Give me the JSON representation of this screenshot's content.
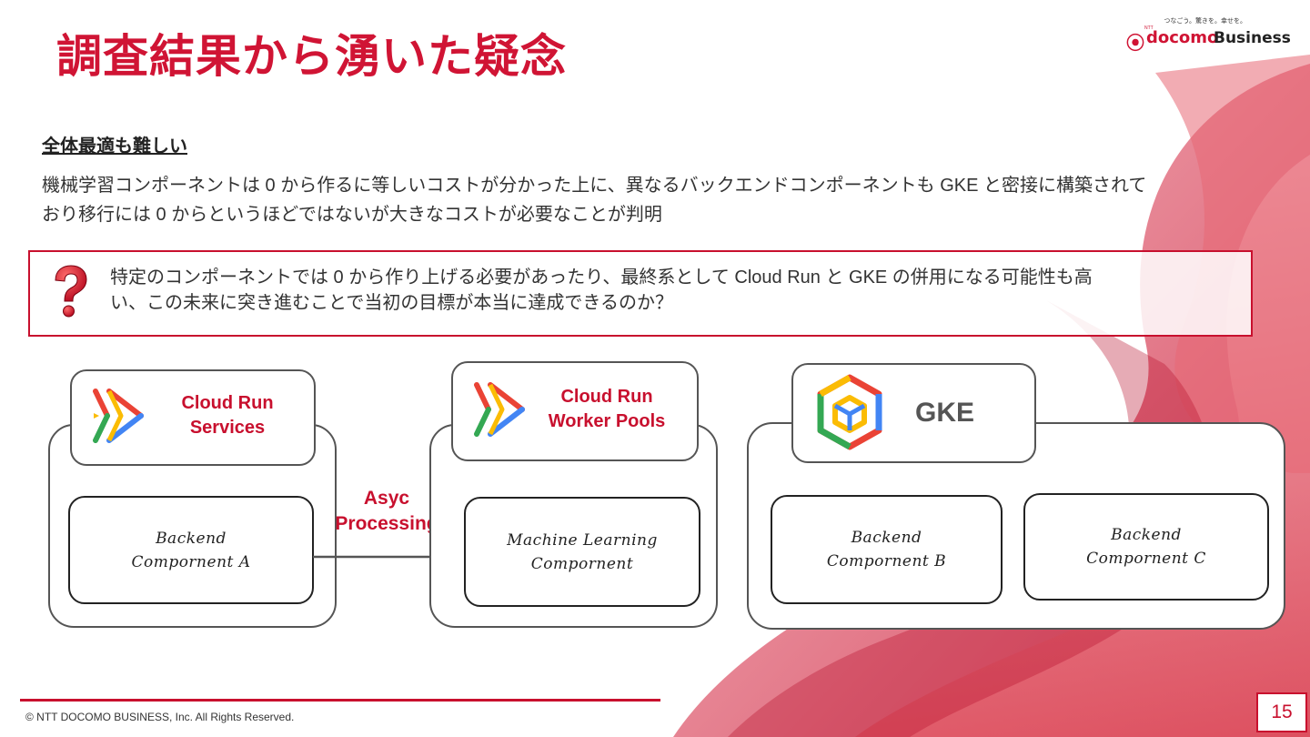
{
  "slide": {
    "title": "調査結果から湧いた疑念",
    "logo": {
      "tagline": "つなごう。驚きを。幸せを。",
      "ntt": "NTT",
      "brand": "docomo",
      "business": "Business"
    },
    "subheading": "全体最適も難しい",
    "body_lines": [
      "機械学習コンポーネントは 0 から作るに等しいコストが分かった上に、異なるバックエンドコンポーネントも GKE と密接に構築されて",
      "おり移行には 0 からというほどではないが大きなコストが必要なことが判明"
    ],
    "callout_lines": [
      "特定のコンポーネントでは 0 から作り上げる必要があったり、最終系として Cloud Run と GKE の併用になる可能性も高",
      "い、この未来に突き進むことで当初の目標が本当に達成できるのか？"
    ],
    "page_number": "15",
    "copyright": "© NTT DOCOMO BUSINESS, Inc. All Rights Reserved."
  },
  "diagram": {
    "groups": [
      {
        "label_lines": [
          "Cloud Run",
          "Services"
        ],
        "component_lines": [
          "Backend",
          "Compornent A"
        ]
      },
      {
        "label_lines": [
          "Cloud Run",
          "Worker Pools"
        ],
        "component_lines": [
          "Machine Learning",
          "Compornent"
        ]
      },
      {
        "label": "GKE",
        "components": [
          {
            "lines": [
              "Backend",
              "Compornent B"
            ]
          },
          {
            "lines": [
              "Backend",
              "Compornent C"
            ]
          }
        ]
      }
    ],
    "arrow_label_lines": [
      "Asyc",
      "Processing"
    ]
  },
  "colors": {
    "accent": "#d01434",
    "border": "#555555"
  },
  "icons": [
    "cloud-run-icon",
    "gke-icon",
    "question-mark-icon"
  ]
}
